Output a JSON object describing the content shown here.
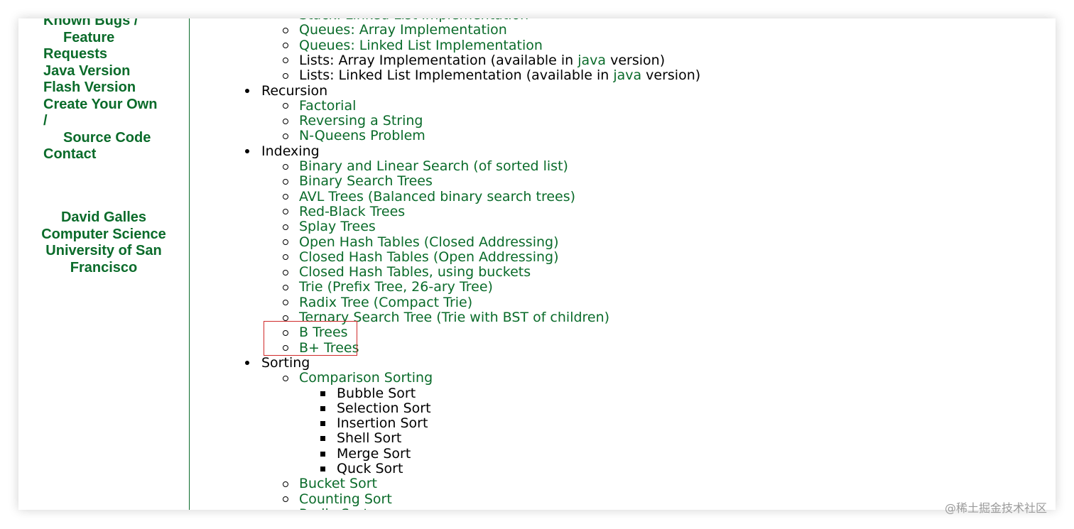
{
  "sidebar": {
    "nav": [
      {
        "text": "Known Bugs /",
        "indent": false
      },
      {
        "text": "Feature",
        "indent": true
      },
      {
        "text": "Requests",
        "indent": false
      },
      {
        "text": "Java Version",
        "indent": false
      },
      {
        "text": "Flash Version",
        "indent": false
      },
      {
        "text": "Create Your Own",
        "indent": false
      },
      {
        "text": "/",
        "indent": false
      },
      {
        "text": "Source Code",
        "indent": true
      },
      {
        "text": "Contact",
        "indent": false
      }
    ],
    "credit": [
      "David Galles",
      "Computer Science",
      "University of San",
      "Francisco"
    ]
  },
  "main": {
    "items": [
      {
        "level": 2,
        "parts": [
          {
            "t": "Stack: Linked List Implementation",
            "link": true
          }
        ]
      },
      {
        "level": 2,
        "parts": [
          {
            "t": "Queues: Array Implementation",
            "link": true
          }
        ]
      },
      {
        "level": 2,
        "parts": [
          {
            "t": "Queues: Linked List Implementation",
            "link": true
          }
        ]
      },
      {
        "level": 2,
        "parts": [
          {
            "t": "Lists: Array Implementation (available in ",
            "link": false
          },
          {
            "t": "java",
            "link": true
          },
          {
            "t": " version)",
            "link": false
          }
        ]
      },
      {
        "level": 2,
        "parts": [
          {
            "t": "Lists: Linked List Implementation (available in ",
            "link": false
          },
          {
            "t": "java",
            "link": true
          },
          {
            "t": " version)",
            "link": false
          }
        ]
      },
      {
        "level": 1,
        "parts": [
          {
            "t": "Recursion",
            "link": false
          }
        ]
      },
      {
        "level": 2,
        "parts": [
          {
            "t": "Factorial",
            "link": true
          }
        ]
      },
      {
        "level": 2,
        "parts": [
          {
            "t": "Reversing a String",
            "link": true
          }
        ]
      },
      {
        "level": 2,
        "parts": [
          {
            "t": "N-Queens Problem",
            "link": true
          }
        ]
      },
      {
        "level": 1,
        "parts": [
          {
            "t": "Indexing",
            "link": false
          }
        ]
      },
      {
        "level": 2,
        "parts": [
          {
            "t": "Binary and Linear Search (of sorted list)",
            "link": true
          }
        ]
      },
      {
        "level": 2,
        "parts": [
          {
            "t": "Binary Search Trees",
            "link": true
          }
        ]
      },
      {
        "level": 2,
        "parts": [
          {
            "t": "AVL Trees (Balanced binary search trees)",
            "link": true
          }
        ]
      },
      {
        "level": 2,
        "parts": [
          {
            "t": "Red-Black Trees",
            "link": true
          }
        ]
      },
      {
        "level": 2,
        "parts": [
          {
            "t": "Splay Trees",
            "link": true
          }
        ]
      },
      {
        "level": 2,
        "parts": [
          {
            "t": "Open Hash Tables (Closed Addressing)",
            "link": true
          }
        ]
      },
      {
        "level": 2,
        "parts": [
          {
            "t": "Closed Hash Tables (Open Addressing)",
            "link": true
          }
        ]
      },
      {
        "level": 2,
        "parts": [
          {
            "t": "Closed Hash Tables, using buckets",
            "link": true
          }
        ]
      },
      {
        "level": 2,
        "parts": [
          {
            "t": "Trie (Prefix Tree, 26-ary Tree)",
            "link": true
          }
        ]
      },
      {
        "level": 2,
        "parts": [
          {
            "t": "Radix Tree (Compact Trie)",
            "link": true
          }
        ]
      },
      {
        "level": 2,
        "parts": [
          {
            "t": "Ternary Search Tree (Trie with BST of children)",
            "link": true
          }
        ]
      },
      {
        "level": 2,
        "parts": [
          {
            "t": "B Trees",
            "link": true
          }
        ]
      },
      {
        "level": 2,
        "parts": [
          {
            "t": "B+ Trees",
            "link": true
          }
        ]
      },
      {
        "level": 1,
        "parts": [
          {
            "t": "Sorting",
            "link": false
          }
        ]
      },
      {
        "level": 2,
        "parts": [
          {
            "t": "Comparison Sorting",
            "link": true
          }
        ]
      },
      {
        "level": 3,
        "parts": [
          {
            "t": "Bubble Sort",
            "link": false
          }
        ]
      },
      {
        "level": 3,
        "parts": [
          {
            "t": "Selection Sort",
            "link": false
          }
        ]
      },
      {
        "level": 3,
        "parts": [
          {
            "t": "Insertion Sort",
            "link": false
          }
        ]
      },
      {
        "level": 3,
        "parts": [
          {
            "t": "Shell Sort",
            "link": false
          }
        ]
      },
      {
        "level": 3,
        "parts": [
          {
            "t": "Merge Sort",
            "link": false
          }
        ]
      },
      {
        "level": 3,
        "parts": [
          {
            "t": "Quck Sort",
            "link": false
          }
        ]
      },
      {
        "level": 2,
        "parts": [
          {
            "t": "Bucket Sort",
            "link": true
          }
        ]
      },
      {
        "level": 2,
        "parts": [
          {
            "t": "Counting Sort",
            "link": true
          }
        ]
      },
      {
        "level": 2,
        "parts": [
          {
            "t": "Radix Sort",
            "link": true
          }
        ]
      }
    ]
  },
  "watermark": "@稀土掘金技术社区",
  "colors": {
    "link": "#0a6b2a",
    "highlight": "#d02a2a"
  }
}
